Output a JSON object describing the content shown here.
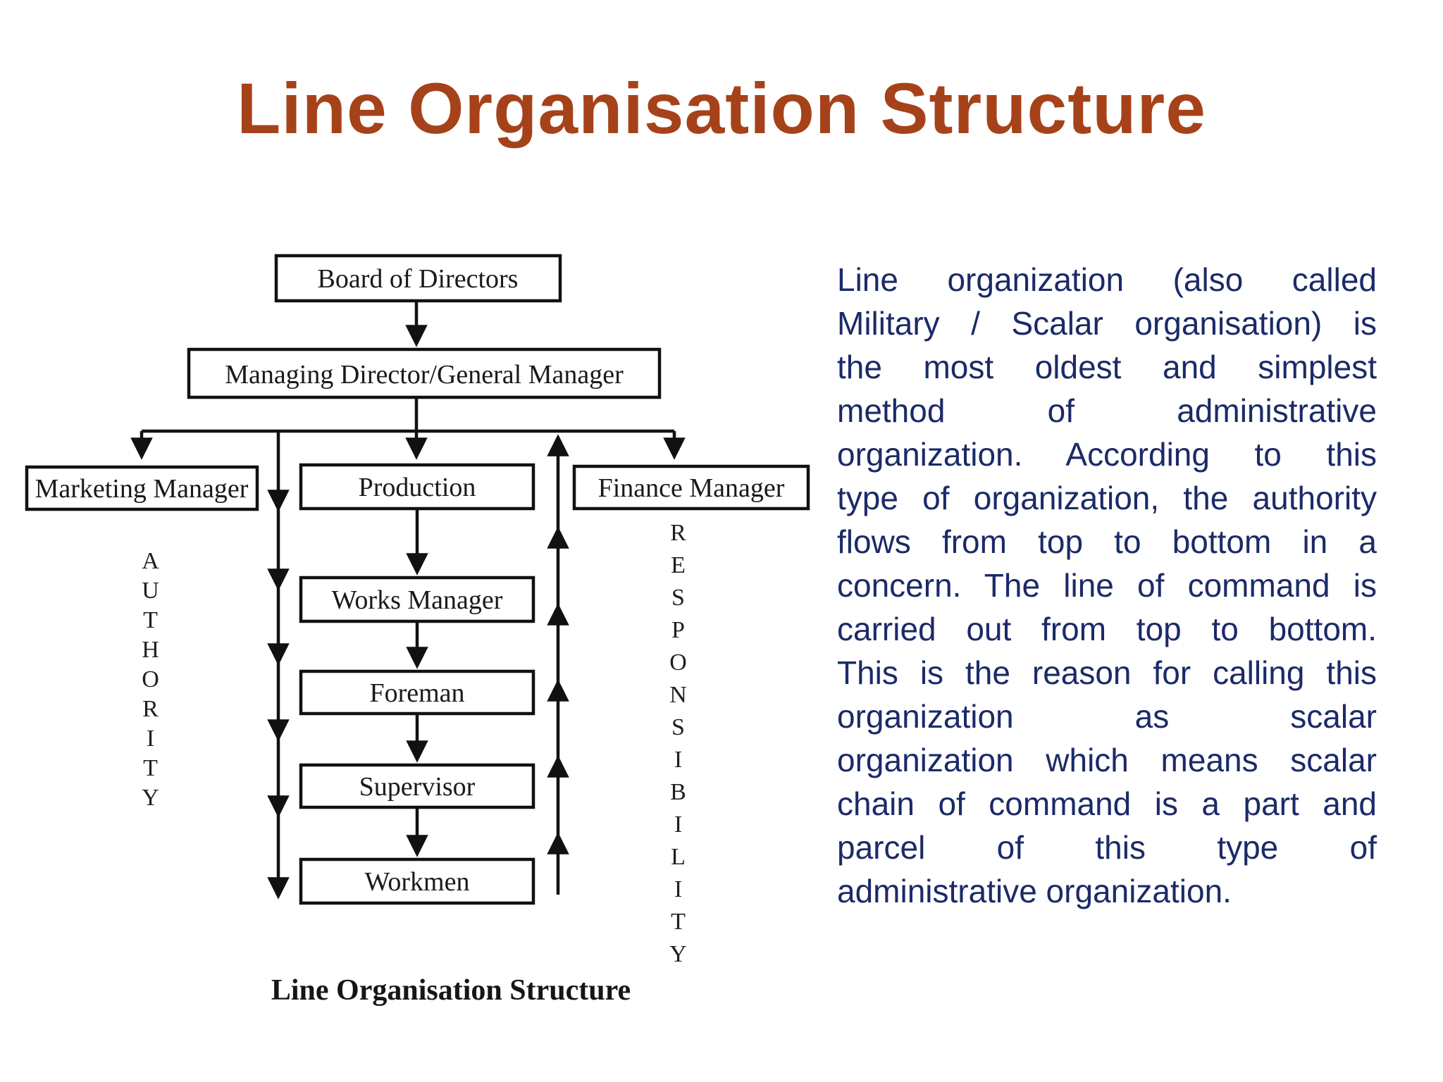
{
  "slide": {
    "title": "Line Organisation Structure"
  },
  "diagram": {
    "caption": "Line Organisation Structure",
    "authority_label": "AUTHORITY",
    "responsibility_label": "RESPONSIBILITY",
    "nodes": {
      "board": "Board of Directors",
      "md": "Managing Director/General Manager",
      "marketing": "Marketing Manager",
      "production": "Production",
      "finance": "Finance Manager",
      "works": "Works Manager",
      "foreman": "Foreman",
      "supervisor": "Supervisor",
      "workmen": "Workmen"
    }
  },
  "paragraph": {
    "lines": [
      "Line organization (also called",
      "Military / Scalar organisation) is",
      "the most oldest and simplest",
      "method of administrative",
      "organization. According to this",
      "type of organization, the authority",
      "flows from top to bottom in a",
      "concern. The line of command is",
      "carried out from top to bottom.",
      "This is the reason for calling this",
      "organization as scalar",
      "organization which means scalar",
      "chain of command is a part and",
      "parcel of this type of",
      "administrative organization."
    ]
  },
  "colors": {
    "title": "#A64219",
    "body_text": "#1B2A68",
    "diagram_stroke": "#111111"
  }
}
